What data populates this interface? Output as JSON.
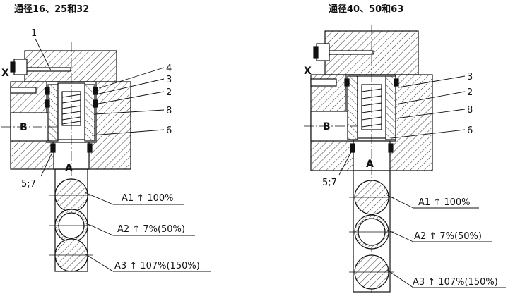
{
  "left_title": "通径16、25和32",
  "right_title": "通径40、50和63",
  "left": {
    "callouts": [
      "1",
      "4",
      "3",
      "2",
      "8",
      "6"
    ],
    "port_x": "X",
    "port_b": "B",
    "port_a": "A",
    "callout_57": "5;7",
    "areas": [
      "A1 ↑ 100%",
      "A2 ↑ 7%(50%)",
      "A3 ↑ 107%(150%)"
    ]
  },
  "right": {
    "callouts": [
      "3",
      "2",
      "8",
      "6"
    ],
    "port_x": "X",
    "port_b": "B",
    "port_a": "A",
    "callout_57": "5;7",
    "areas": [
      "A1 ↑ 100%",
      "A2 ↑ 7%(50%)",
      "A3 ↑ 107%(150%)"
    ]
  }
}
